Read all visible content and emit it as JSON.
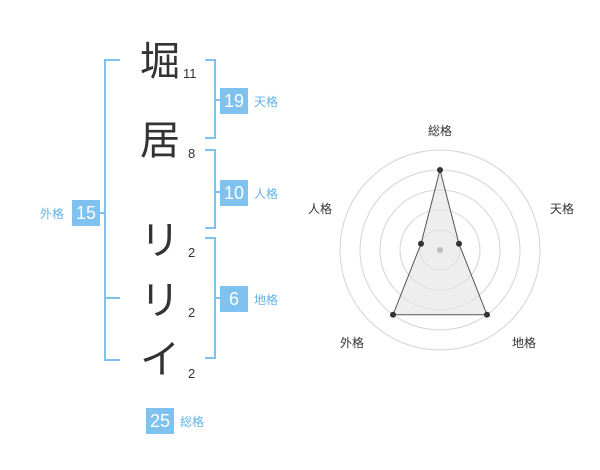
{
  "name": {
    "characters": [
      {
        "char": "堀",
        "strokes": "11"
      },
      {
        "char": "居",
        "strokes": "8"
      },
      {
        "char": "リ",
        "strokes": "2"
      },
      {
        "char": "リ",
        "strokes": "2"
      },
      {
        "char": "イ",
        "strokes": "2"
      }
    ]
  },
  "scores": {
    "tenkaku": {
      "value": "19",
      "label": "天格"
    },
    "jinkaku": {
      "value": "10",
      "label": "人格"
    },
    "chikaku": {
      "value": "6",
      "label": "地格"
    },
    "gaikaku": {
      "value": "15",
      "label": "外格"
    },
    "soukaku": {
      "value": "25",
      "label": "総格"
    }
  },
  "radar": {
    "axes": [
      "総格",
      "天格",
      "地格",
      "外格",
      "人格"
    ],
    "values": [
      4,
      1,
      4,
      4,
      1
    ],
    "max": 5,
    "rings": 5,
    "colors": {
      "ring": "#d4d4d4",
      "fill": "#e2e2e2",
      "line": "#555555",
      "point": "#333333",
      "center": "#bbbbbb"
    }
  },
  "colors": {
    "accent": "#7fc2ef",
    "label": "#62b2e8",
    "text": "#333333"
  }
}
